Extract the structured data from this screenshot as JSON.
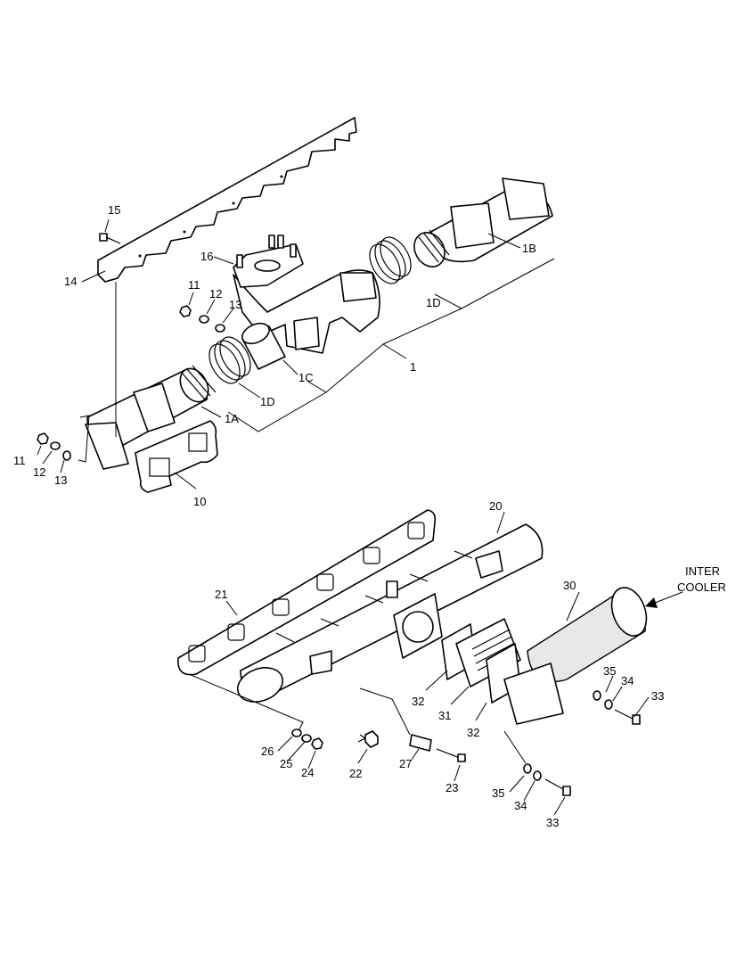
{
  "callouts": {
    "c15": "15",
    "c16": "16",
    "c14": "14",
    "c11a": "11",
    "c12a": "12",
    "c13a": "13",
    "c1B": "1B",
    "c1Da": "1D",
    "c1": "1",
    "c1C": "1C",
    "c1Db": "1D",
    "c1A": "1A",
    "c11b": "11",
    "c12b": "12",
    "c13b": "13",
    "c10": "10",
    "c20": "20",
    "c21": "21",
    "c30": "30",
    "c35a": "35",
    "c34a": "34",
    "c33a": "33",
    "c32a": "32",
    "c31": "31",
    "c32b": "32",
    "c26": "26",
    "c25": "25",
    "c24": "24",
    "c22": "22",
    "c27": "27",
    "c23": "23",
    "c35b": "35",
    "c34b": "34",
    "c33b": "33"
  },
  "note": {
    "line1": "INTER",
    "line2": "COOLER"
  }
}
